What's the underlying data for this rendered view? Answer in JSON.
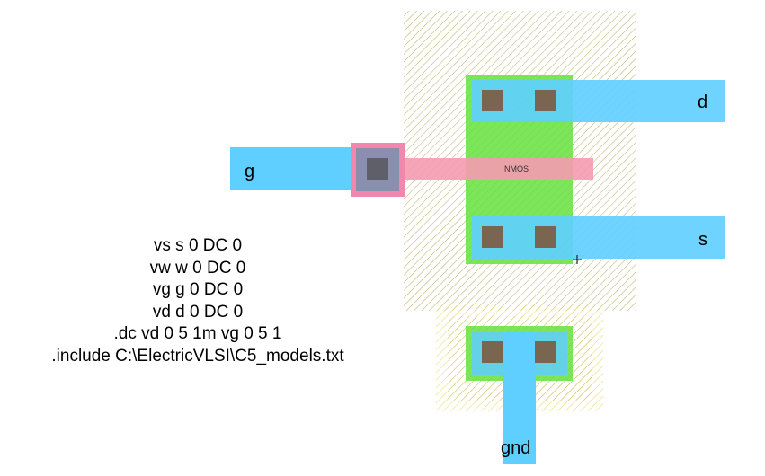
{
  "labels": {
    "gate": "g",
    "drain": "d",
    "source": "s",
    "ground": "gnd",
    "device": "NMOS"
  },
  "spice_lines": [
    "vs s 0 DC 0",
    "vw w 0 DC 0",
    "vg g 0 DC 0",
    "vd d 0 DC 0",
    ".dc vd 0 5 1m vg 0 5 1",
    ".include C:\\ElectricVLSI\\C5_models.txt"
  ],
  "colors": {
    "metal1": "#5ecfff",
    "active": "#66e03d",
    "poly": "#f59ab0",
    "poly_contact": "#f287ad",
    "contact": "#7a6650",
    "well_hatch": "#b8a830",
    "select_hatch": "#e8d64a"
  }
}
